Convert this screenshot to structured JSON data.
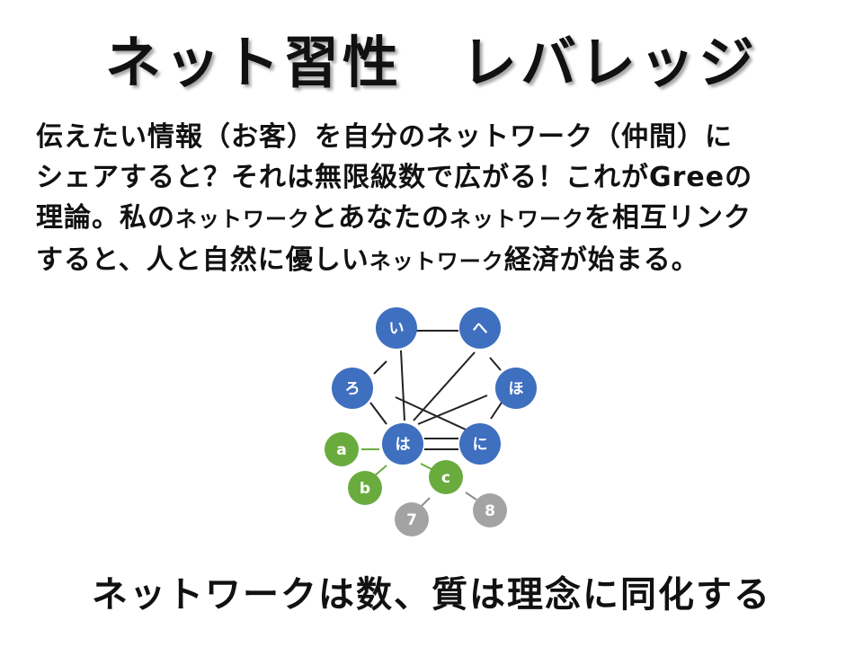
{
  "title": "ネット習性　レバレッジ",
  "body": {
    "line1": "伝えたい情報（お客）を自分のネットワーク（仲間）に",
    "line2": "シェアすると？それは無限級数で広がる！これがGreeの",
    "line3_a": "理論。私の",
    "line3_b": "ネットワーク",
    "line3_c": "とあなたの",
    "line3_d": "ネットワーク",
    "line3_e": "を相互リンク",
    "line4_a": "すると、人と自然に優しい",
    "line4_b": "ネットワーク",
    "line4_c": "経済が始まる。"
  },
  "diagram": {
    "colors": {
      "blue": "#3f6fbf",
      "green": "#6aab3e",
      "gray": "#a3a3a3",
      "edge": "#222222",
      "green_edge": "#6aab3e",
      "gray_edge": "#8c8c8c"
    },
    "nodes": {
      "i": "い",
      "he": "へ",
      "ro": "ろ",
      "ho": "ほ",
      "ha": "は",
      "ni": "に",
      "a": "a",
      "b": "b",
      "c": "c",
      "seven": "7",
      "eight": "8"
    }
  },
  "footer": "ネットワークは数、質は理念に同化する"
}
